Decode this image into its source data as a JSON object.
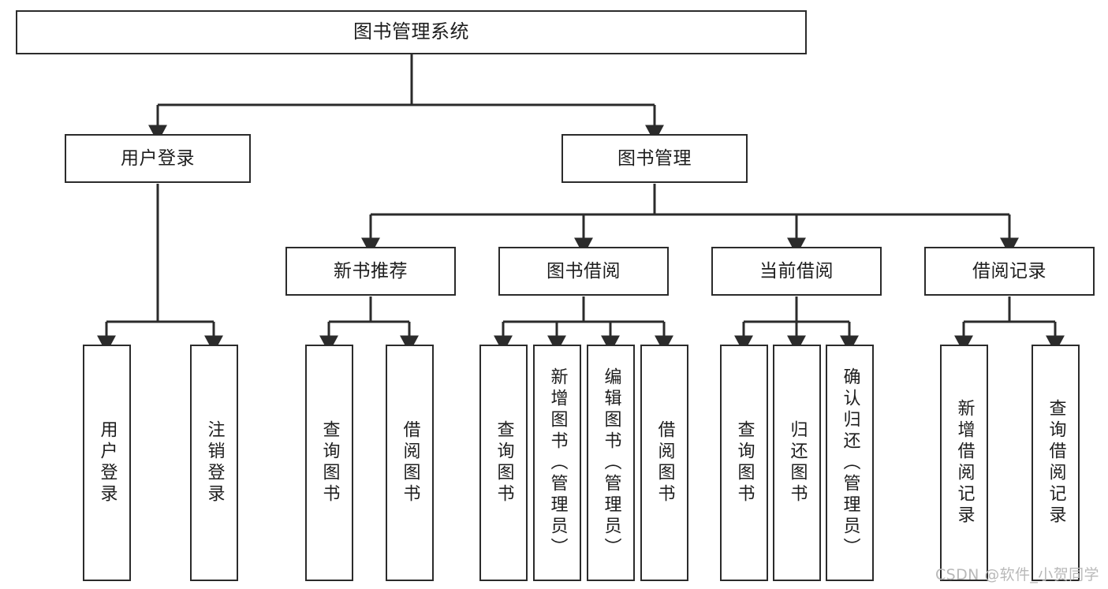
{
  "diagram": {
    "title": "图书管理系统",
    "type": "hierarchy-tree",
    "orientation": "top-down",
    "colors": {
      "box_border": "#2b2b2b",
      "box_fill": "#ffffff",
      "connector": "#2b2b2b",
      "text": "#1d1d1d",
      "watermark": "#b9b9b9"
    },
    "root": {
      "label": "图书管理系统"
    },
    "level2": [
      {
        "id": "user-login",
        "label": "用户登录"
      },
      {
        "id": "book-management",
        "label": "图书管理"
      }
    ],
    "level3": [
      {
        "id": "new-book-recommend",
        "label": "新书推荐",
        "parent": "book-management"
      },
      {
        "id": "book-borrow",
        "label": "图书借阅",
        "parent": "book-management"
      },
      {
        "id": "current-borrow",
        "label": "当前借阅",
        "parent": "book-management"
      },
      {
        "id": "borrow-record",
        "label": "借阅记录",
        "parent": "book-management"
      }
    ],
    "leaves": {
      "user_login": [
        {
          "id": "leaf-user-login",
          "label": "用户登录"
        },
        {
          "id": "leaf-user-logout",
          "label": "注销登录"
        }
      ],
      "new_book_recommend": [
        {
          "id": "leaf-query-book-1",
          "label": "查询图书"
        },
        {
          "id": "leaf-borrow-book-1",
          "label": "借阅图书"
        }
      ],
      "book_borrow": [
        {
          "id": "leaf-query-book-2",
          "label": "查询图书"
        },
        {
          "id": "leaf-add-book-admin",
          "label": "新增图书（管理员）"
        },
        {
          "id": "leaf-edit-book-admin",
          "label": "编辑图书（管理员）"
        },
        {
          "id": "leaf-borrow-book-2",
          "label": "借阅图书"
        }
      ],
      "current_borrow": [
        {
          "id": "leaf-query-book-3",
          "label": "查询图书"
        },
        {
          "id": "leaf-return-book",
          "label": "归还图书"
        },
        {
          "id": "leaf-confirm-return-admin",
          "label": "确认归还（管理员）"
        }
      ],
      "borrow_record": [
        {
          "id": "leaf-add-borrow-record",
          "label": "新增借阅记录"
        },
        {
          "id": "leaf-query-borrow-record",
          "label": "查询借阅记录"
        }
      ]
    }
  },
  "watermark": {
    "text": "CSDN @软件_小贺同学"
  }
}
